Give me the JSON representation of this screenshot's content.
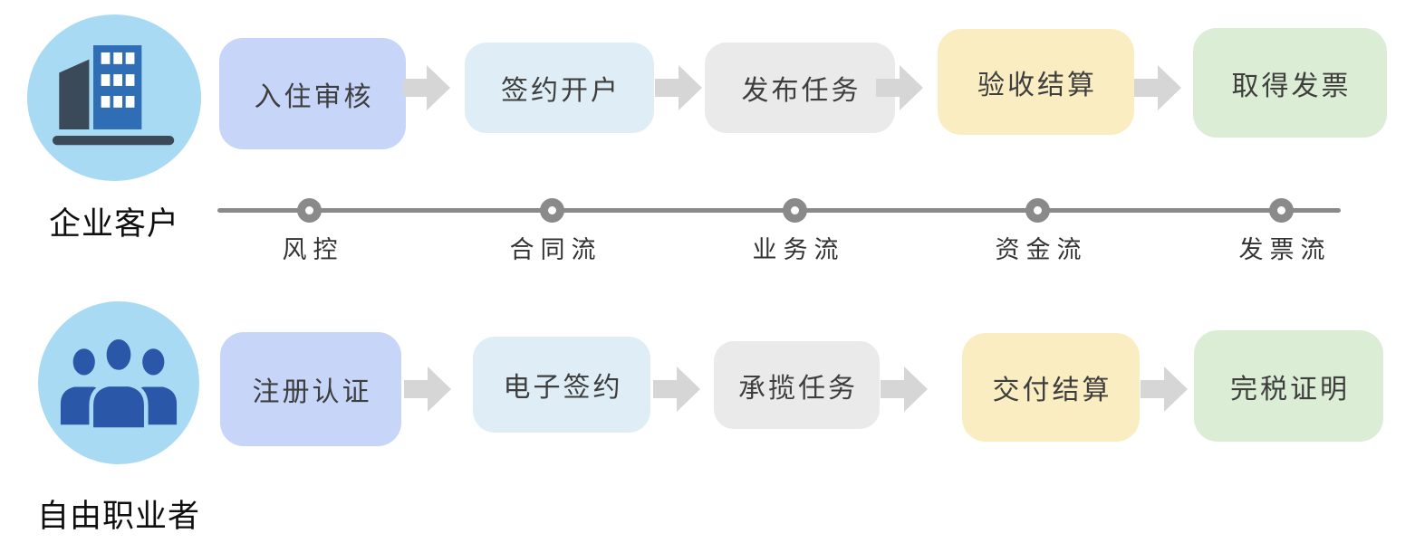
{
  "diagram": {
    "enterprise": {
      "label": "企业客户",
      "icon": "building-icon",
      "steps": [
        "入住审核",
        "签约开户",
        "发布任务",
        "验收结算",
        "取得发票"
      ]
    },
    "freelancer": {
      "label": "自由职业者",
      "icon": "people-icon",
      "steps": [
        "注册认证",
        "电子签约",
        "承揽任务",
        "交付结算",
        "完税证明"
      ]
    },
    "timeline": {
      "labels": [
        "风控",
        "合同流",
        "业务流",
        "资金流",
        "发票流"
      ]
    },
    "colors": {
      "step_blue": "#C6D5F8",
      "step_cyan": "#DFEEF6",
      "step_gray": "#EAEAEA",
      "step_yellow": "#FBEDC2",
      "step_green": "#DCEDD5",
      "arrow_gray": "#D6D6D6",
      "timeline_gray": "#8A8A8A",
      "avatar_bg": "#A9DAF3",
      "icon_dark_slate": "#3B4A59",
      "icon_building_blue": "#2F6EB5",
      "icon_people_blue": "#2B57A9",
      "step_text": "#3E3E3E"
    }
  }
}
